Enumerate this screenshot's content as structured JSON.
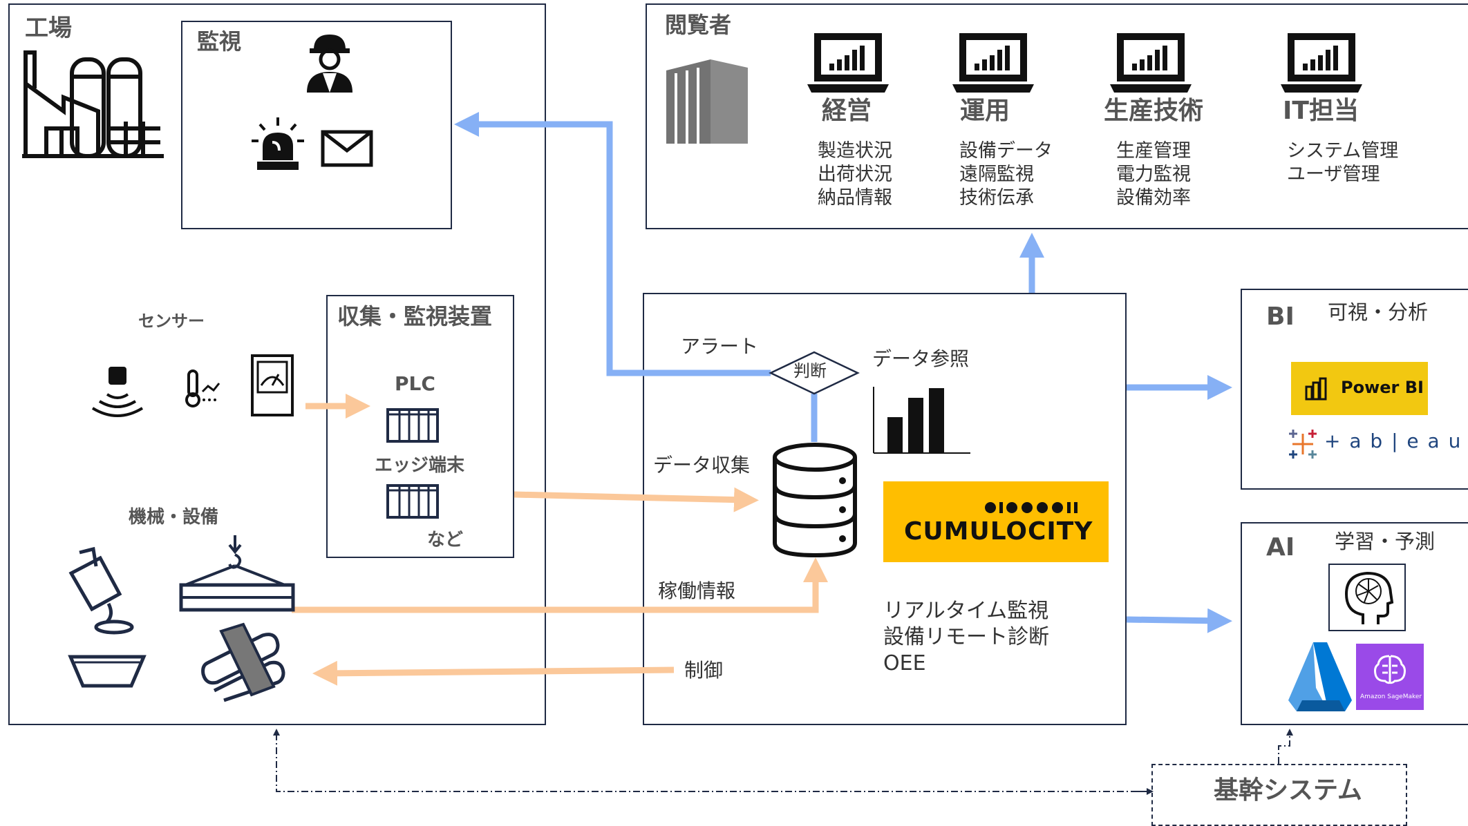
{
  "factory": {
    "title": "工場",
    "monitor_title": "監視",
    "sensor_label": "センサー",
    "machine_label": "機械・設備",
    "collector": {
      "title": "収集・監視装置",
      "plc": "PLC",
      "edge": "エッジ端末",
      "etc": "など"
    }
  },
  "viewers": {
    "title": "閲覧者",
    "roles": [
      {
        "name": "経営",
        "lines": "製造状況\n出荷状況\n納品情報"
      },
      {
        "name": "運用",
        "lines": "設備データ\n遠隔監視\n技術伝承"
      },
      {
        "name": "生産技術",
        "lines": "生産管理\n電力監視\n設備効率"
      },
      {
        "name": "IT担当",
        "lines": "システム管理\nユーザ管理"
      }
    ]
  },
  "center": {
    "alert": "アラート",
    "judge": "判断",
    "data_ref": "データ参照",
    "data_collect": "データ収集",
    "operation_info": "稼働情報",
    "control": "制御",
    "brand": "CUMULOCITY",
    "features": "リアルタイム監視\n設備リモート診断\nOEE"
  },
  "bi": {
    "title": "BI",
    "subtitle": "可視・分析",
    "powerbi": "Power BI",
    "tableau": "+ a b | e a u"
  },
  "ai": {
    "title": "AI",
    "subtitle": "学習・予測",
    "sagemaker": "Amazon SageMaker"
  },
  "core": {
    "title": "基幹システム"
  },
  "colors": {
    "blue_arrow": "#86b0f5",
    "orange_arrow": "#fbc89a",
    "border": "#1f2a44",
    "cumulocity": "#ffbe00",
    "powerbi": "#f2c811"
  }
}
